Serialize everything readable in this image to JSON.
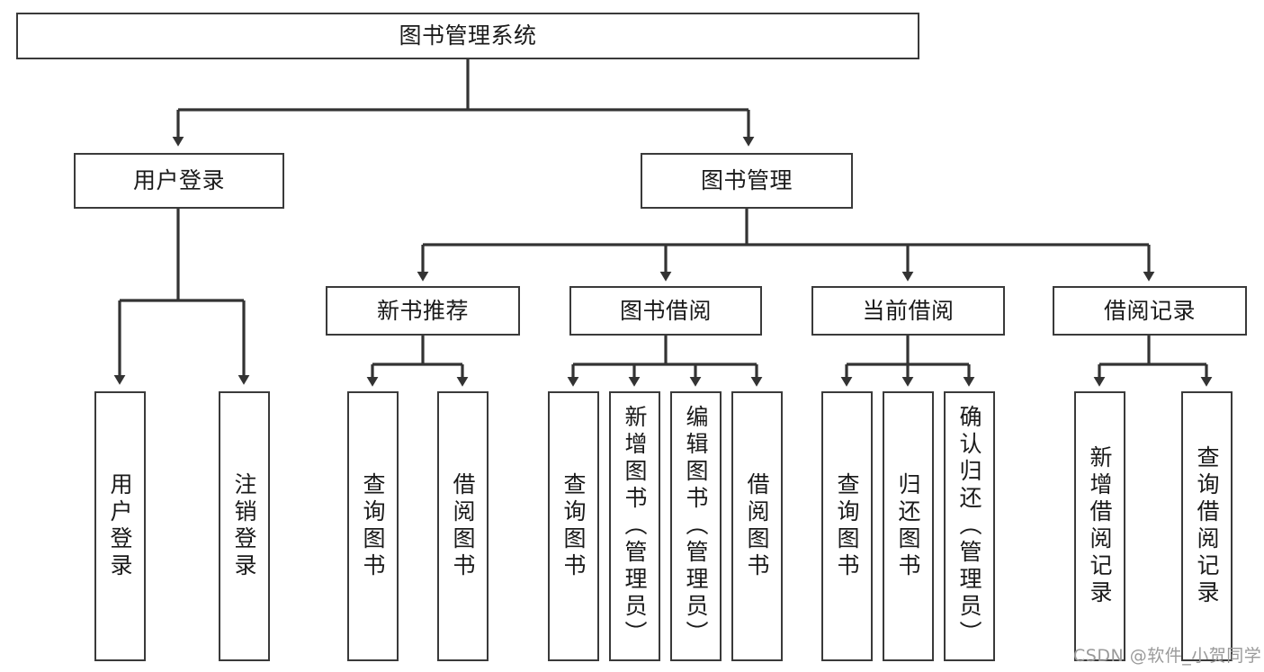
{
  "diagram": {
    "title": "图书管理系统",
    "type": "hierarchy-tree",
    "stroke_color": "#3a3a3a",
    "text_color": "#1a1a1a",
    "background_color": "#ffffff",
    "watermark": "CSDN @软件_小贺同学",
    "watermark_color": "#9a9a9a"
  },
  "nodes": {
    "root": {
      "label": "图书管理系统"
    },
    "level2": [
      {
        "id": "user-login",
        "label": "用户登录"
      },
      {
        "id": "book-management",
        "label": "图书管理"
      }
    ],
    "level3": [
      {
        "id": "new-book-recommend",
        "label": "新书推荐"
      },
      {
        "id": "book-borrow",
        "label": "图书借阅"
      },
      {
        "id": "current-borrow",
        "label": "当前借阅"
      },
      {
        "id": "borrow-record",
        "label": "借阅记录"
      }
    ],
    "leaves": [
      {
        "id": "leaf-user-login",
        "label": "用户登录",
        "parent": "user-login"
      },
      {
        "id": "leaf-logout",
        "label": "注销登录",
        "parent": "user-login"
      },
      {
        "id": "leaf-query-book-1",
        "label": "查询图书",
        "parent": "new-book-recommend"
      },
      {
        "id": "leaf-borrow-book-1",
        "label": "借阅图书",
        "parent": "new-book-recommend"
      },
      {
        "id": "leaf-query-book-2",
        "label": "查询图书",
        "parent": "book-borrow"
      },
      {
        "id": "leaf-add-book",
        "label": "新增图书（管理员）",
        "parent": "book-borrow"
      },
      {
        "id": "leaf-edit-book",
        "label": "编辑图书（管理员）",
        "parent": "book-borrow"
      },
      {
        "id": "leaf-borrow-book-2",
        "label": "借阅图书",
        "parent": "book-borrow"
      },
      {
        "id": "leaf-query-book-3",
        "label": "查询图书",
        "parent": "current-borrow"
      },
      {
        "id": "leaf-return-book",
        "label": "归还图书",
        "parent": "current-borrow"
      },
      {
        "id": "leaf-confirm-return",
        "label": "确认归还（管理员）",
        "parent": "current-borrow"
      },
      {
        "id": "leaf-add-record",
        "label": "新增借阅记录",
        "parent": "borrow-record"
      },
      {
        "id": "leaf-query-record",
        "label": "查询借阅记录",
        "parent": "borrow-record"
      }
    ]
  }
}
